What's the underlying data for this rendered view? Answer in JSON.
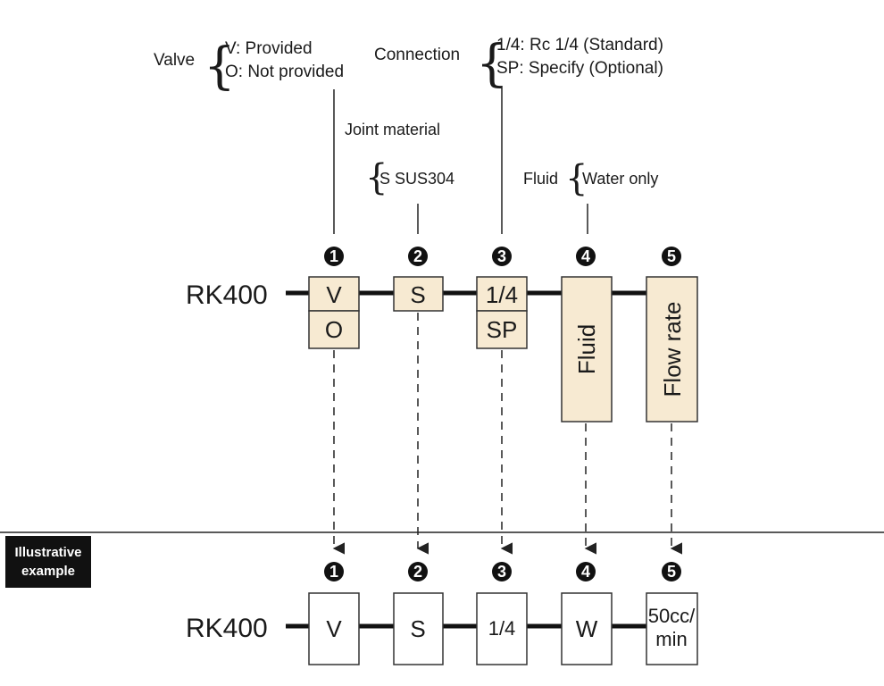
{
  "options": {
    "valve": {
      "title": "Valve",
      "lines": [
        "V: Provided",
        "O: Not provided"
      ]
    },
    "connection": {
      "title": "Connection",
      "lines": [
        "1/4: Rc 1/4 (Standard)",
        "SP: Specify (Optional)"
      ]
    },
    "joint": {
      "title": "Joint material",
      "lines": [
        "S SUS304"
      ]
    },
    "fluid": {
      "title": "Fluid",
      "lines": [
        "Water only"
      ]
    }
  },
  "code_row": {
    "model": "RK400",
    "numbers": [
      "1",
      "2",
      "3",
      "4",
      "5"
    ],
    "box1": [
      "V",
      "O"
    ],
    "box2": [
      "S"
    ],
    "box3": [
      "1/4",
      "SP"
    ],
    "box4": "Fluid",
    "box5": "Flow rate"
  },
  "example": {
    "tag_lines": [
      "Illustrative",
      "example"
    ],
    "model": "RK400",
    "numbers": [
      "1",
      "2",
      "3",
      "4",
      "5"
    ],
    "values": [
      "V",
      "S",
      "1/4",
      "W"
    ],
    "flow_lines": [
      "50cc/",
      "min"
    ]
  },
  "colors": {
    "code_box_fill": "#f7ead2",
    "example_box_fill": "#ffffff",
    "number_badge": "#111111",
    "tag_fill": "#111111"
  }
}
